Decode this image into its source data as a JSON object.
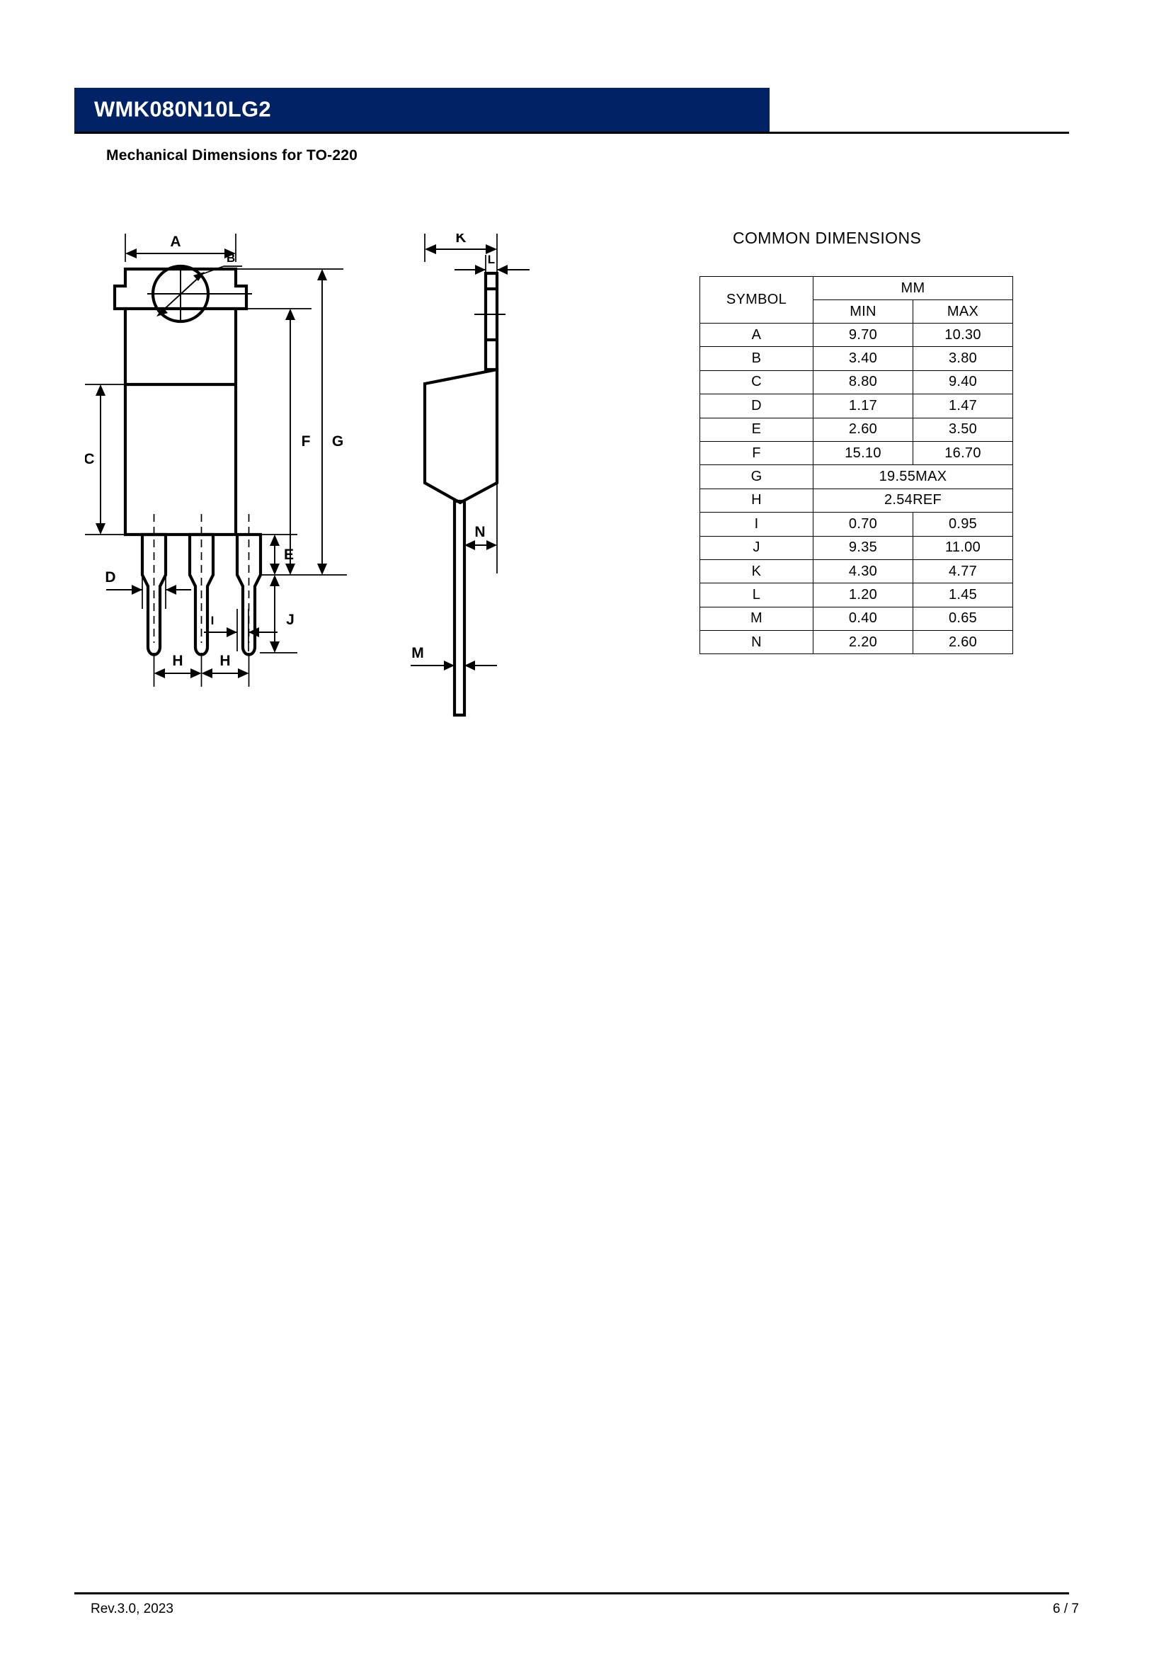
{
  "header": {
    "part_number": "WMK080N10LG2",
    "bar_color": "#012265"
  },
  "section": {
    "title": "Mechanical Dimensions for TO-220"
  },
  "drawing": {
    "front_view_labels": [
      "A",
      "B",
      "C",
      "D",
      "E",
      "F",
      "G",
      "H",
      "H",
      "I",
      "J"
    ],
    "side_view_labels": [
      "K",
      "L",
      "M",
      "N"
    ]
  },
  "table": {
    "title": "COMMON DIMENSIONS",
    "symbol_header": "SYMBOL",
    "unit_header": "MM",
    "min_header": "MIN",
    "max_header": "MAX",
    "rows": [
      {
        "symbol": "A",
        "min": "9.70",
        "max": "10.30",
        "span": false
      },
      {
        "symbol": "B",
        "min": "3.40",
        "max": "3.80",
        "span": false
      },
      {
        "symbol": "C",
        "min": "8.80",
        "max": "9.40",
        "span": false
      },
      {
        "symbol": "D",
        "min": "1.17",
        "max": "1.47",
        "span": false
      },
      {
        "symbol": "E",
        "min": "2.60",
        "max": "3.50",
        "span": false
      },
      {
        "symbol": "F",
        "min": "15.10",
        "max": "16.70",
        "span": false
      },
      {
        "symbol": "G",
        "value": "19.55MAX",
        "span": true
      },
      {
        "symbol": "H",
        "value": "2.54REF",
        "span": true
      },
      {
        "symbol": "I",
        "min": "0.70",
        "max": "0.95",
        "span": false
      },
      {
        "symbol": "J",
        "min": "9.35",
        "max": "11.00",
        "span": false
      },
      {
        "symbol": "K",
        "min": "4.30",
        "max": "4.77",
        "span": false
      },
      {
        "symbol": "L",
        "min": "1.20",
        "max": "1.45",
        "span": false
      },
      {
        "symbol": "M",
        "min": "0.40",
        "max": "0.65",
        "span": false
      },
      {
        "symbol": "N",
        "min": "2.20",
        "max": "2.60",
        "span": false
      }
    ]
  },
  "footer": {
    "revision": "Rev.3.0, 2023",
    "page": "6 / 7"
  }
}
